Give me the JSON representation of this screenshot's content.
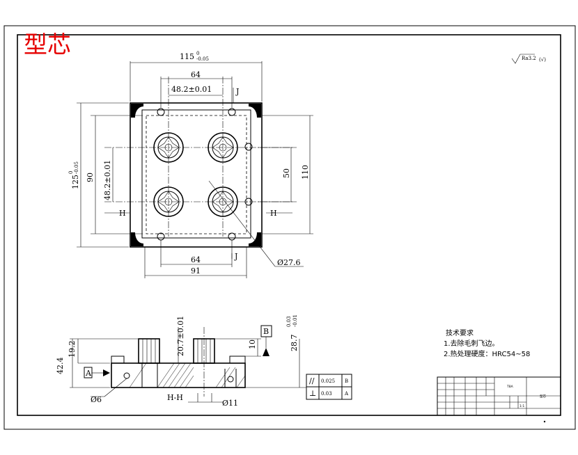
{
  "title": "型芯",
  "surface_finish": "Ra3.2",
  "surface_finish_mark": "(√)",
  "dims": {
    "width": "115",
    "width_tol_upper": "0",
    "width_tol_lower": "-0.05",
    "top_64": "64",
    "top_482": "48.2±0.01",
    "bottom_64": "64",
    "bottom_91": "91",
    "left_125": "125",
    "left_125_tol_upper": "0",
    "left_125_tol_lower": "-0.05",
    "left_90": "90",
    "left_482": "48.2±0.01",
    "right_50": "50",
    "right_110": "110",
    "dia_276": "Ø27.6",
    "sec_207": "20.7±0.01",
    "sec_424": "42.4",
    "sec_192": "19.2",
    "sec_10": "10",
    "sec_287": "28.7",
    "sec_287_tol_upper": "0.03",
    "sec_287_tol_lower": "-0.01",
    "sec_dia6": "Ø6",
    "sec_dia11": "Ø11"
  },
  "labels": {
    "j_top": "J",
    "j_bottom": "J",
    "h_left": "H",
    "h_right": "H",
    "section": "H-H",
    "datum_a": "A",
    "datum_b": "B"
  },
  "tolerance_frame": {
    "rows": [
      {
        "symbol": "//",
        "value": "0.025",
        "datum": "B"
      },
      {
        "symbol": "⊥",
        "value": "0.03",
        "datum": "A"
      }
    ]
  },
  "notes": {
    "heading": "技术要求",
    "items": [
      "1.去除毛刺飞边。",
      "2.热处理硬度：HRC54~58"
    ]
  },
  "title_block": {
    "name": "型芯",
    "material": "T8A",
    "scale": "1:1"
  }
}
